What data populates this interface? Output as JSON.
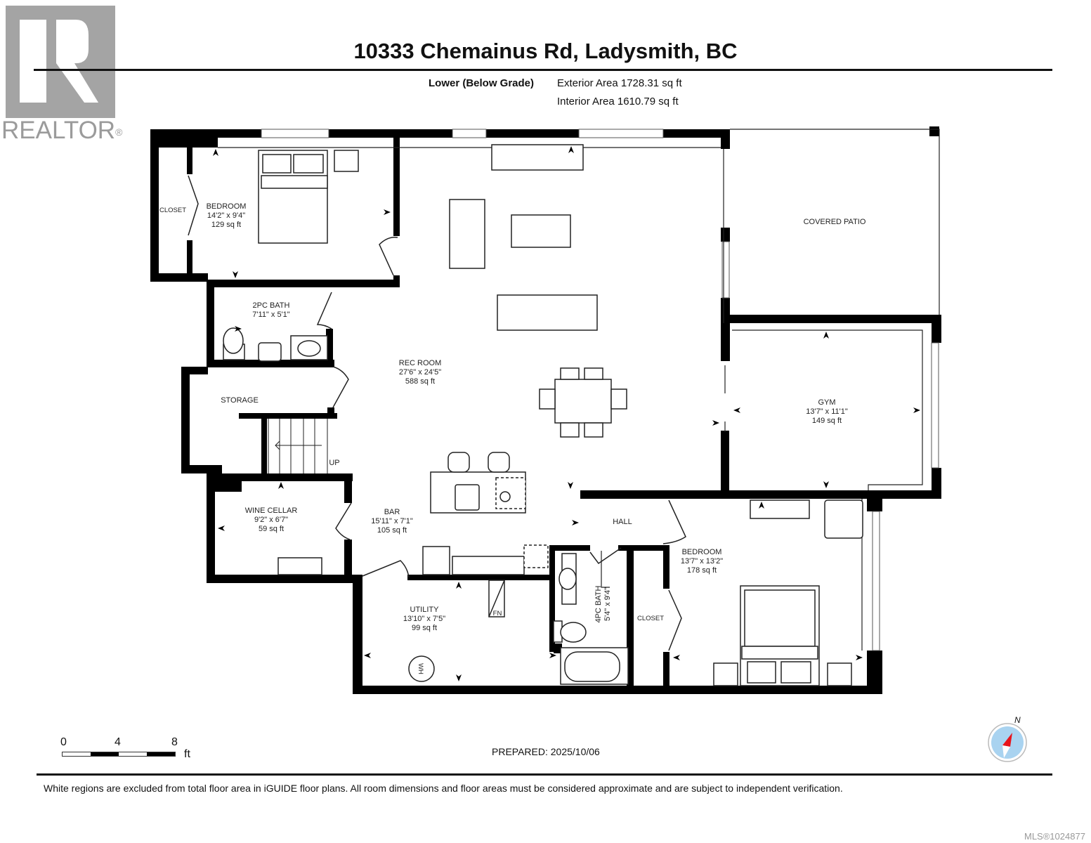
{
  "branding": {
    "logo_letter": "R",
    "logo_word": "REALTOR",
    "logo_registered": "®"
  },
  "header": {
    "title": "10333 Chemainus Rd, Ladysmith, BC",
    "level": "Lower (Below Grade)",
    "exterior_area": "Exterior Area 1728.31 sq ft",
    "interior_area": "Interior Area 1610.79 sq ft"
  },
  "rooms": {
    "bedroom1": {
      "name": "BEDROOM",
      "dims": "14'2\" x 9'4\"",
      "area": "129 sq ft"
    },
    "closet1": {
      "name": "CLOSET"
    },
    "bath2pc": {
      "name": "2PC BATH",
      "dims": "7'11\" x 5'1\""
    },
    "storage": {
      "name": "STORAGE"
    },
    "stairs": {
      "label": "UP"
    },
    "wine_cellar": {
      "name": "WINE CELLAR",
      "dims": "9'2\" x 6'7\"",
      "area": "59 sq ft"
    },
    "rec_room": {
      "name": "REC ROOM",
      "dims": "27'6\" x 24'5\"",
      "area": "588 sq ft"
    },
    "bar": {
      "name": "BAR",
      "dims": "15'11\" x 7'1\"",
      "area": "105 sq ft"
    },
    "covered_patio": {
      "name": "COVERED PATIO"
    },
    "gym": {
      "name": "GYM",
      "dims": "13'7\" x 11'1\"",
      "area": "149 sq ft"
    },
    "hall": {
      "name": "HALL"
    },
    "utility": {
      "name": "UTILITY",
      "dims": "13'10\" x 7'5\"",
      "area": "99 sq ft"
    },
    "furnace": {
      "label": "FN"
    },
    "water_heater": {
      "label": "WH"
    },
    "bath4pc": {
      "name": "4PC BATH",
      "dims": "5'4\" x 9'4\""
    },
    "closet2": {
      "name": "CLOSET"
    },
    "bedroom2": {
      "name": "BEDROOM",
      "dims": "13'7\" x 13'2\"",
      "area": "178 sq ft"
    }
  },
  "scale": {
    "ticks": [
      "0",
      "4",
      "8"
    ],
    "unit": "ft"
  },
  "compass": {
    "north_label": "N",
    "needle_color": "#e8141b",
    "dial_color": "#a9d3f0"
  },
  "footer": {
    "prepared": "PREPARED: 2025/10/06",
    "disclaimer": "White regions are excluded from total floor area in iGUIDE floor plans. All room dimensions and floor areas must be considered approximate and are subject to independent verification.",
    "mls": "MLS®1024877"
  }
}
